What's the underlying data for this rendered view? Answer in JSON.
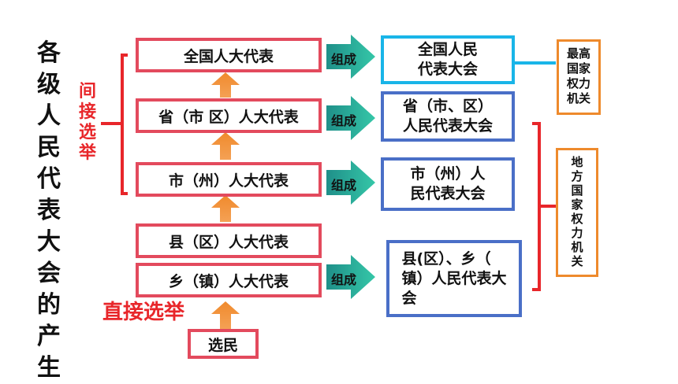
{
  "title_chars": [
    "各",
    "级",
    "人",
    "民",
    "代",
    "表",
    "大",
    "会",
    "的",
    "产",
    "生"
  ],
  "indirect_label_chars": [
    "间",
    "接",
    "选",
    "举"
  ],
  "direct_label": "直接选举",
  "left_boxes": {
    "national": "全国人大代表",
    "province": "省（市 区）人大代表",
    "city": "市（州）人大代表",
    "county": "县（区）人大代表",
    "township": "乡（镇）人大代表",
    "voters": "选民"
  },
  "compose_label": "组成",
  "right_boxes": {
    "national_line1": "全国人民",
    "national_line2": "代表大会",
    "province_line1": "省（市、区）",
    "province_line2": "人民代表大会",
    "city_line1": "市（州）人",
    "city_line2": "民代表大会",
    "county_line1": "县(区）、乡（",
    "county_line2": "镇）人民代表大",
    "county_line3": "会"
  },
  "top_organ_chars": [
    "最高",
    "国家",
    "权力",
    "机关"
  ],
  "local_organ_chars": [
    "地",
    "方",
    "国",
    "家",
    "权",
    "力",
    "机",
    "关"
  ],
  "colors": {
    "red_border": "#e34a5d",
    "blue_border": "#4a6fc7",
    "cyan_border": "#19b5e8",
    "orange": "#ee8a2c",
    "teal_arrow": "#2bb5a0",
    "red_text": "#e8262a"
  }
}
